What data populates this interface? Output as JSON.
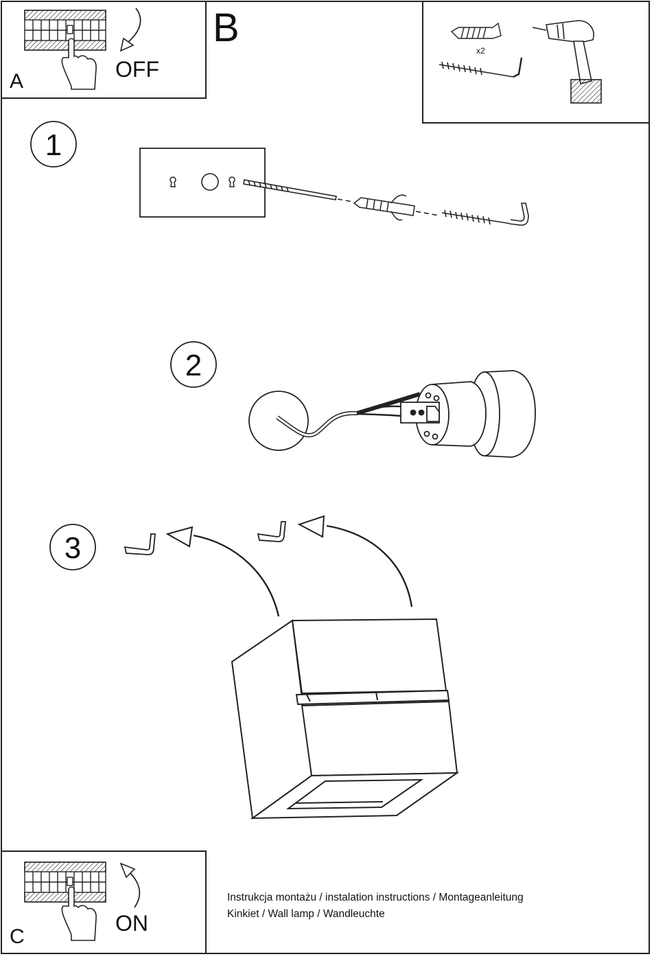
{
  "panels": {
    "a": {
      "letter": "A",
      "state": "OFF"
    },
    "b": {
      "letter": "B",
      "anchor_count": "x2"
    },
    "c": {
      "letter": "C",
      "state": "ON"
    }
  },
  "steps": [
    "1",
    "2",
    "3"
  ],
  "footer": {
    "line1": "Instrukcja montażu / instalation instructions / Montageanleitung",
    "line2": "Kinkiet / Wall lamp / Wandleuchte"
  }
}
